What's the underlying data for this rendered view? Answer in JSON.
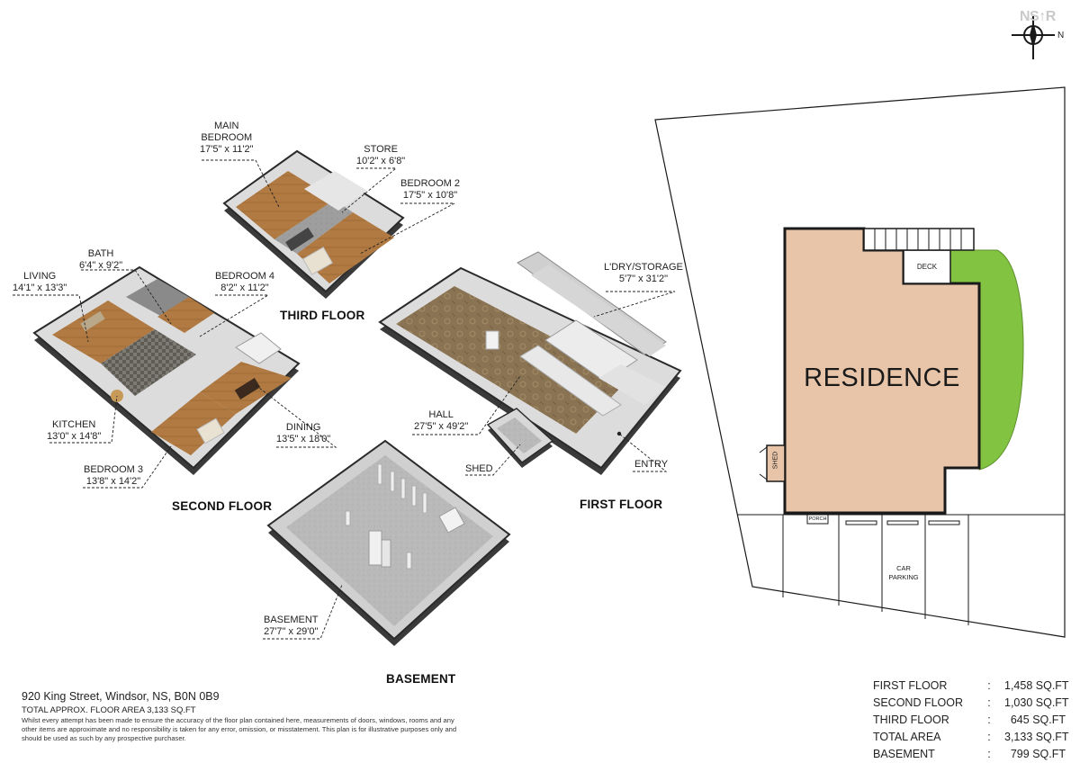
{
  "brand": "NS↑R",
  "compass": {
    "north_label": "N"
  },
  "floors": {
    "third": "THIRD FLOOR",
    "second": "SECOND FLOOR",
    "first": "FIRST FLOOR",
    "basement": "BASEMENT"
  },
  "rooms": {
    "main_bedroom": {
      "name": "MAIN BEDROOM",
      "name_line1": "MAIN",
      "name_line2": "BEDROOM",
      "dims": "17'5\" x 11'2\""
    },
    "store": {
      "name": "STORE",
      "dims": "10'2\" x 6'8\""
    },
    "bedroom_2": {
      "name": "BEDROOM 2",
      "dims": "17'5\" x 10'8\""
    },
    "bath": {
      "name": "BATH",
      "dims": "6'4\" x 9'2\""
    },
    "living": {
      "name": "LIVING",
      "dims": "14'1\" x 13'3\""
    },
    "bedroom_4": {
      "name": "BEDROOM 4",
      "dims": "8'2\" x 11'2\""
    },
    "kitchen": {
      "name": "KITCHEN",
      "dims": "13'0\" x 14'8\""
    },
    "dining": {
      "name": "DINING",
      "dims": "13'5\" x 18'0\""
    },
    "bedroom_3": {
      "name": "BEDROOM 3",
      "dims": "13'8\" x 14'2\""
    },
    "laundry_storage": {
      "name": "L'DRY/STORAGE",
      "dims": "5'7\" x 31'2\""
    },
    "hall": {
      "name": "HALL",
      "dims": "27'5\" x 49'2\""
    },
    "shed": {
      "name": "SHED"
    },
    "entry": {
      "name": "ENTRY"
    },
    "basement": {
      "name": "BASEMENT",
      "dims": "27'7\" x 29'0\""
    }
  },
  "site": {
    "residence": "RESIDENCE",
    "deck": "DECK",
    "shed": "SHED",
    "porch": "PORCH",
    "car_parking_line1": "CAR",
    "car_parking_line2": "PARKING",
    "colors": {
      "residence": "#e8c4a8",
      "lawn": "#82c341",
      "outline": "#1a1a1a"
    }
  },
  "footer": {
    "address": "920 King Street, Windsor, NS, B0N 0B9",
    "total_area": "TOTAL APPROX. FLOOR AREA 3,133 SQ.FT",
    "disclaimer": "Whilst every attempt has been made to ensure the accuracy of the floor plan contained here, measurements of doors, windows, rooms and any other items are approximate and no responsibility is taken for any error, omission, or misstatement. This plan is for illustrative purposes only and should be used as such by any prospective purchaser."
  },
  "area_table": [
    {
      "label": "FIRST FLOOR",
      "sep": ":",
      "value": "1,458 SQ.FT"
    },
    {
      "label": "SECOND FLOOR",
      "sep": ":",
      "value": "1,030 SQ.FT"
    },
    {
      "label": "THIRD FLOOR",
      "sep": ":",
      "value": "645 SQ.FT"
    },
    {
      "label": "TOTAL AREA",
      "sep": ":",
      "value": "3,133 SQ.FT"
    },
    {
      "label": "BASEMENT",
      "sep": ":",
      "value": "799 SQ.FT"
    }
  ]
}
